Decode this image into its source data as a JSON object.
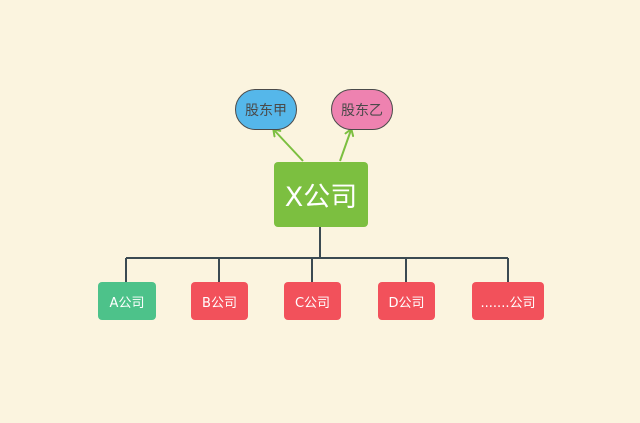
{
  "colors": {
    "background": "#fbf4df",
    "shareholder_a": "#55b7ea",
    "shareholder_b": "#ee82b0",
    "main_company": "#7cbf40",
    "sub_company_a": "#4dc28a",
    "sub_company_other": "#f2515b",
    "arrow": "#7cbf40",
    "tree_line": "#3b4a52"
  },
  "shareholders": [
    {
      "label": "股东甲",
      "color": "#55b7ea"
    },
    {
      "label": "股东乙",
      "color": "#ee82b0"
    }
  ],
  "main_company": {
    "label": "X公司"
  },
  "subsidiaries": [
    {
      "label": "A公司",
      "color": "#4dc28a"
    },
    {
      "label": "B公司",
      "color": "#f2515b"
    },
    {
      "label": "C公司",
      "color": "#f2515b"
    },
    {
      "label": "D公司",
      "color": "#f2515b"
    },
    {
      "label": ".......公司",
      "color": "#f2515b"
    }
  ]
}
